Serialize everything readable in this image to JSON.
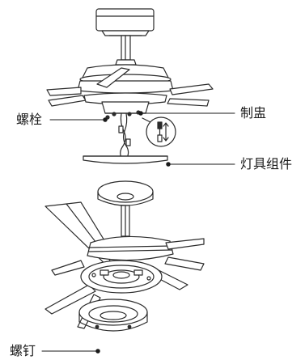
{
  "labels": {
    "bolt_top": "螺栓",
    "cap": "制盅",
    "light_kit": "灯具组件",
    "screw_bottom": "螺钉"
  },
  "colors": {
    "stroke": "#2b2b2b",
    "fill": "#ffffff",
    "shade": "#e8e8e8"
  }
}
